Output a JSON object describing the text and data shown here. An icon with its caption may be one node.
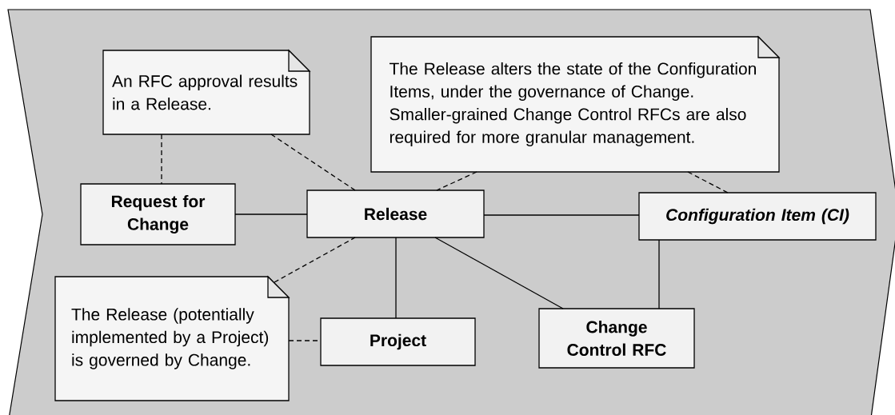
{
  "diagram": {
    "nodes": [
      {
        "text": [
          "An RFC approval results in a Release."
        ]
      },
      {
        "text": [
          "The Release alters the state of the Configuration Items, under the governance of Change. Smaller-grained Change Control RFCs are also required for more granular management."
        ]
      },
      {
        "text": [
          "Request for Change"
        ]
      },
      {
        "text": [
          "Release"
        ]
      },
      {
        "text": [
          "Configuration Item (CI)"
        ]
      },
      {
        "text": [
          "The Release (potentially implemented by a Project) is governed by Change."
        ]
      },
      {
        "text": [
          "Project"
        ]
      },
      {
        "text": [
          "Change Control RFC"
        ]
      }
    ],
    "edges": [
      {
        "from": 0,
        "to": 2,
        "arrow": "none",
        "style": "dashed"
      },
      {
        "from": 0,
        "to": 3,
        "arrow": "none",
        "style": "dashed"
      },
      {
        "from": 1,
        "to": 3,
        "arrow": "none",
        "style": "dashed"
      },
      {
        "from": 1,
        "to": 4,
        "arrow": "none",
        "style": "dashed"
      },
      {
        "from": 2,
        "to": 3,
        "arrow": "none"
      },
      {
        "from": 3,
        "to": 4,
        "arrow": "none"
      },
      {
        "from": 3,
        "to": 6,
        "arrow": "none"
      },
      {
        "from": 3,
        "to": 7,
        "arrow": "none"
      },
      {
        "from": 4,
        "to": 7,
        "arrow": "none"
      },
      {
        "from": 5,
        "to": 3,
        "arrow": "none",
        "style": "dashed"
      },
      {
        "from": 5,
        "to": 6,
        "arrow": "none",
        "style": "dashed"
      }
    ]
  }
}
